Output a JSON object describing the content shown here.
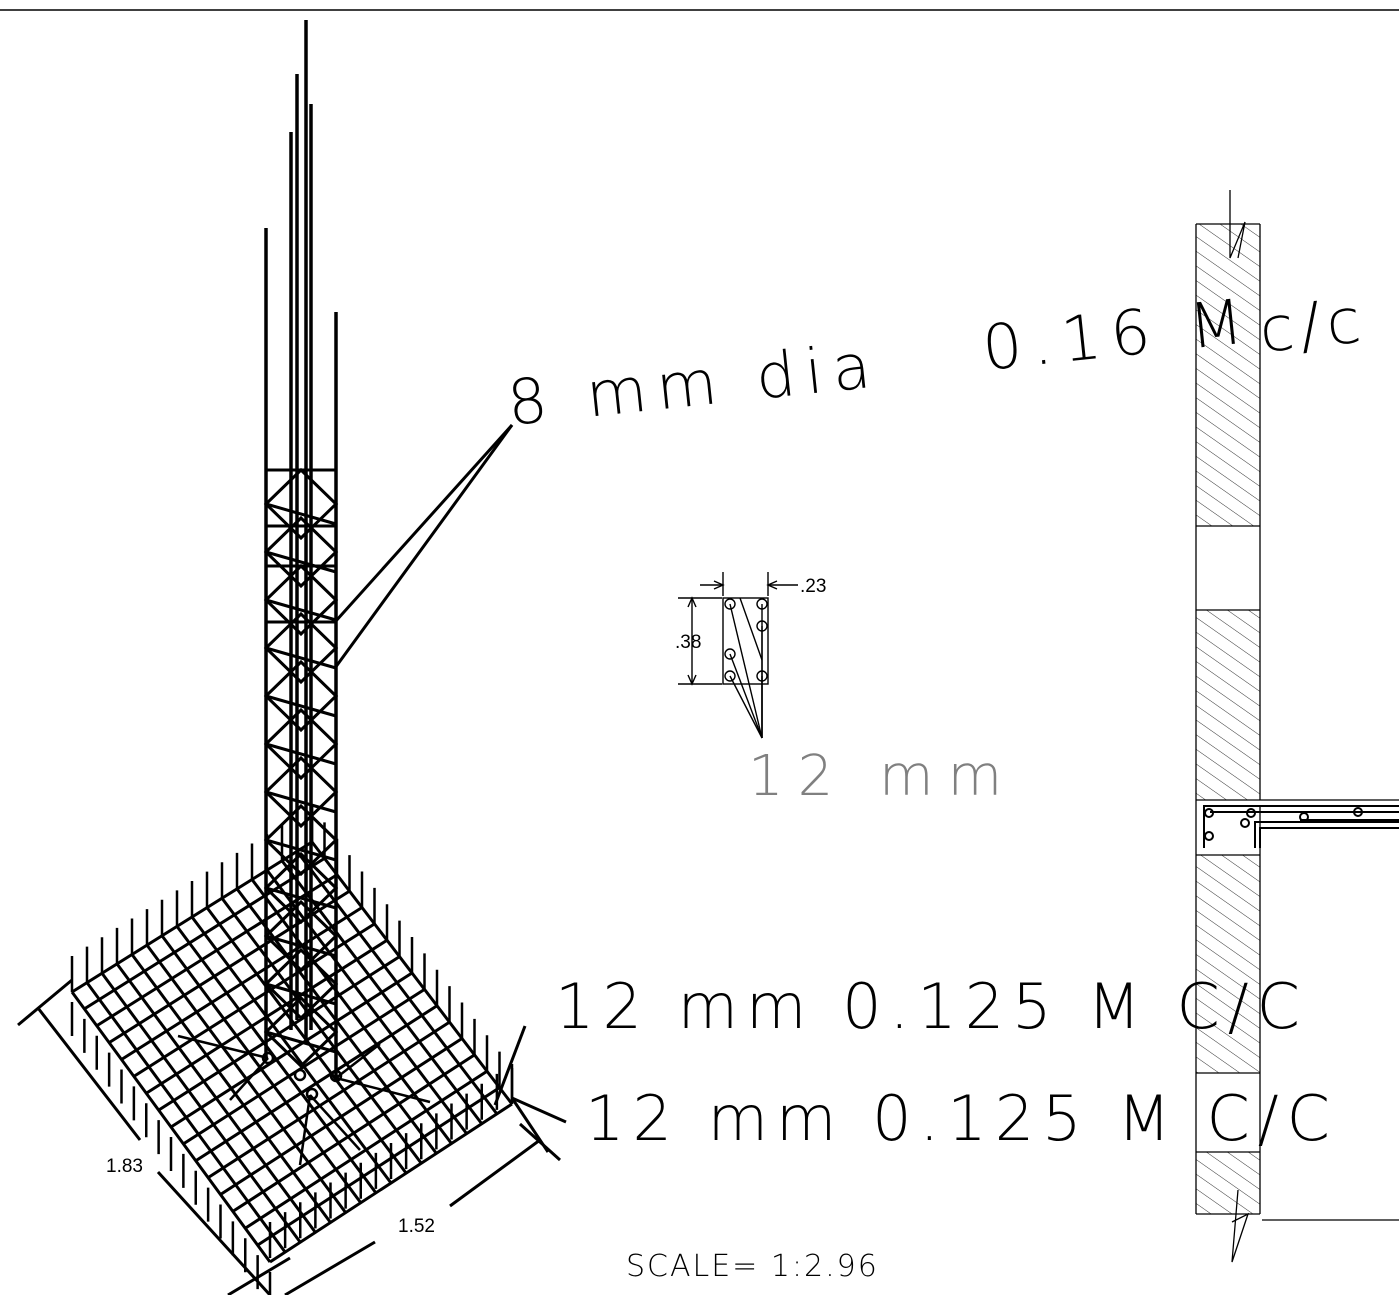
{
  "labels": {
    "stirrup": "8 mm dia",
    "spacing_wall": "0.16 M",
    "cc_wall": "c/c",
    "column_bar": "12 mm",
    "mesh_top": "12 mm 0.125 M C/C",
    "mesh_bottom": "12 mm 0.125 M C/C",
    "scale": "SCALE= 1:2.96"
  },
  "dimensions": {
    "section_width": ".23",
    "section_depth": ".38",
    "footing_length": "1.83",
    "footing_width": "1.52"
  },
  "colors": {
    "ink": "#000000",
    "grey_text": "#808080",
    "background": "#ffffff"
  }
}
